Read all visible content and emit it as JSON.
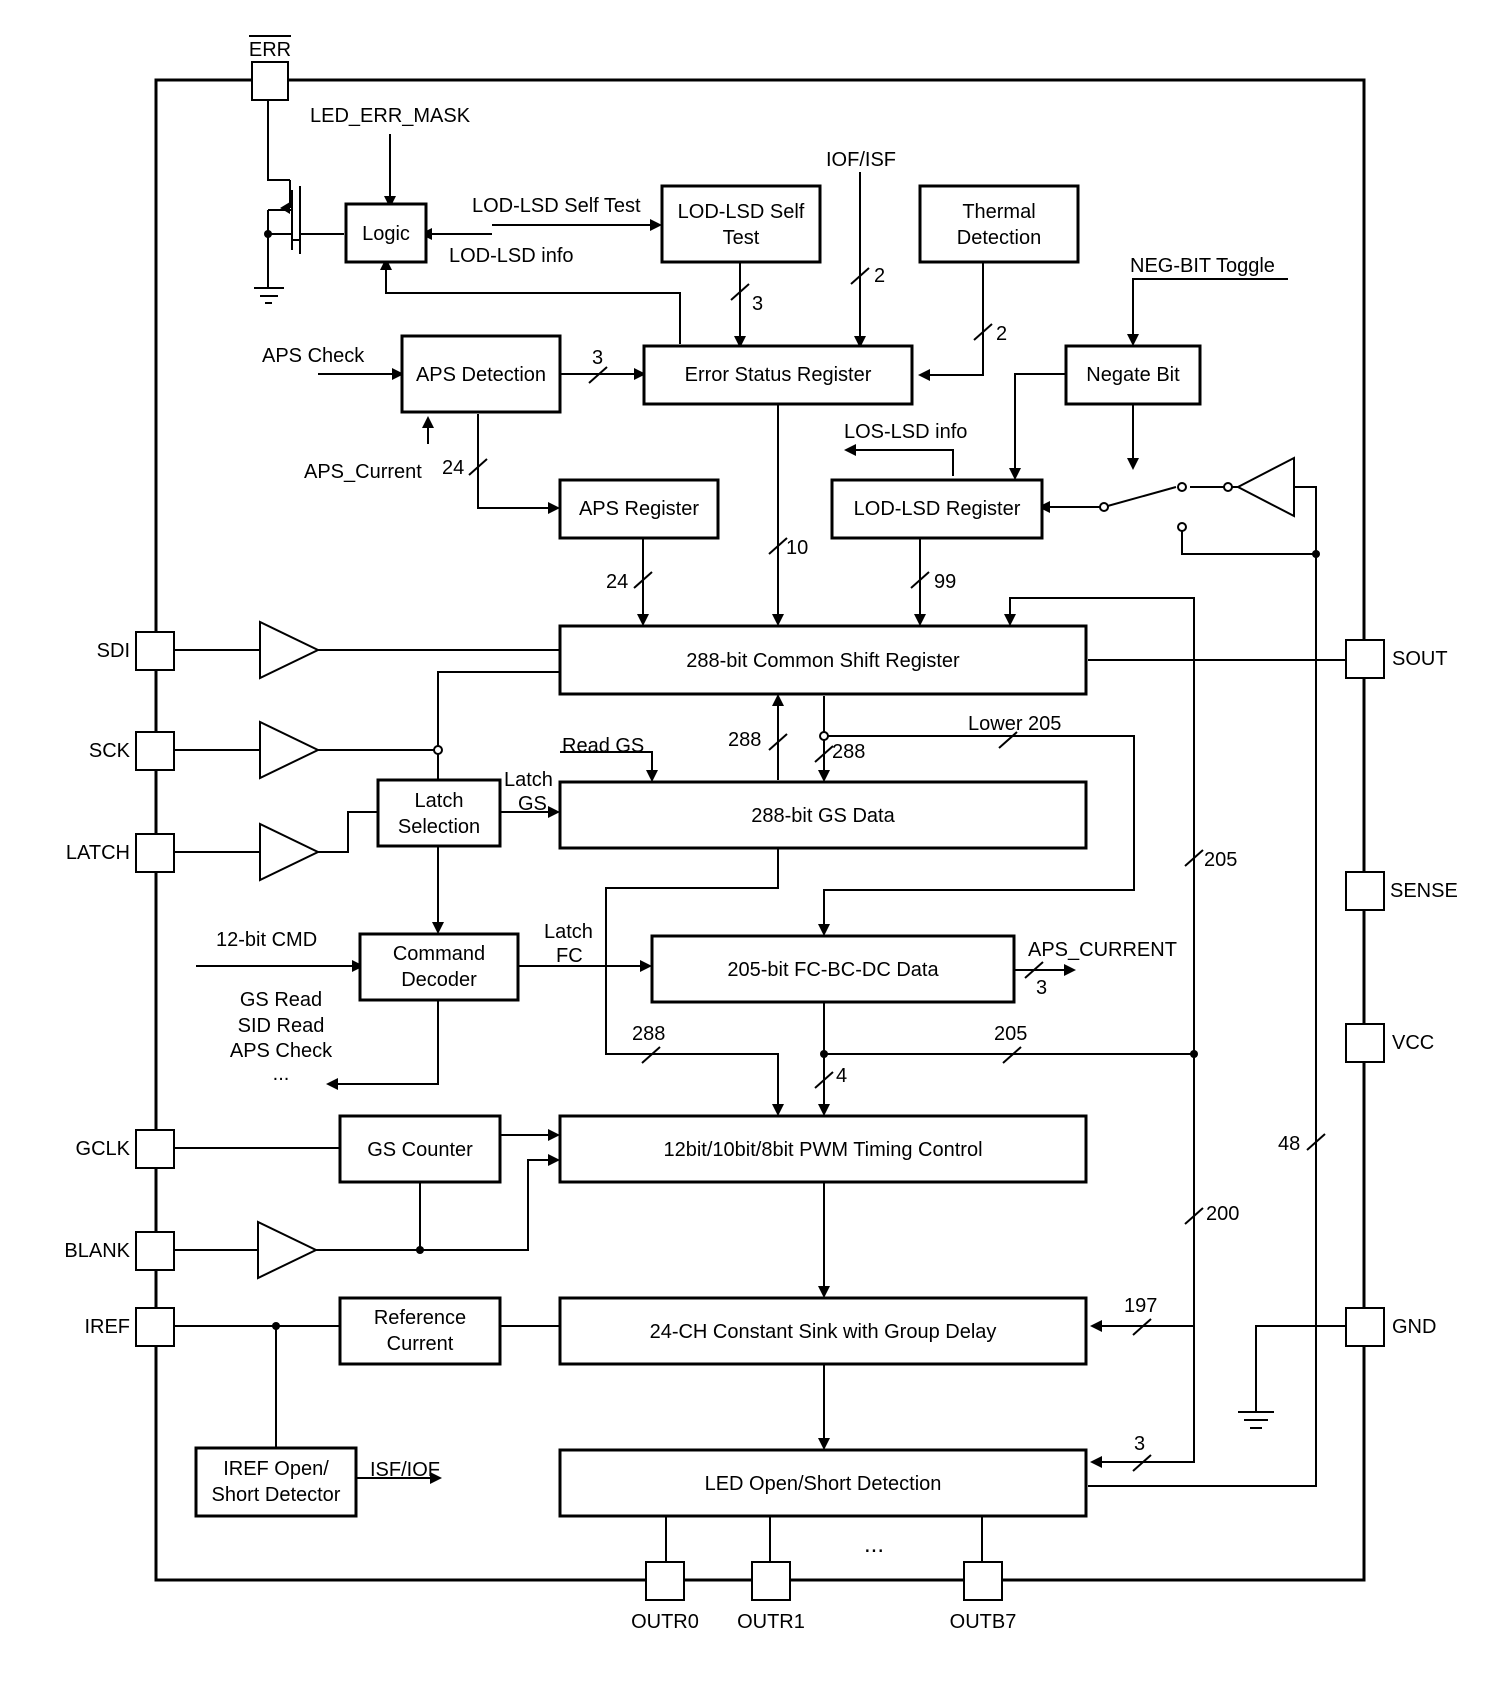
{
  "pins": {
    "err": "ERR",
    "sdi": "SDI",
    "sck": "SCK",
    "latch": "LATCH",
    "gclk": "GCLK",
    "blank": "BLANK",
    "iref": "IREF",
    "sout": "SOUT",
    "sense": "SENSE",
    "vcc": "VCC",
    "gnd": "GND",
    "outr0": "OUTR0",
    "outr1": "OUTR1",
    "outb7": "OUTB7"
  },
  "blocks": {
    "logic": "Logic",
    "lod_lsd_self_test": [
      "LOD-LSD Self",
      "Test"
    ],
    "thermal_detection": [
      "Thermal",
      "Detection"
    ],
    "aps_detection": "APS Detection",
    "error_status_register": "Error Status Register",
    "negate_bit": "Negate Bit",
    "aps_register": "APS Register",
    "lod_lsd_register": "LOD-LSD Register",
    "common_shift_register": "288-bit Common Shift Register",
    "latch_selection": [
      "Latch",
      "Selection"
    ],
    "gs_data": "288-bit GS Data",
    "command_decoder": [
      "Command",
      "Decoder"
    ],
    "fc_bc_dc_data": "205-bit FC-BC-DC Data",
    "gs_counter": "GS Counter",
    "pwm_timing_control": "12bit/10bit/8bit PWM Timing Control",
    "reference_current": [
      "Reference",
      "Current"
    ],
    "constant_sink": "24-CH Constant Sink with Group Delay",
    "iref_detector": [
      "IREF Open/",
      "Short Detector"
    ],
    "led_open_short_detection": "LED Open/Short Detection"
  },
  "signals": {
    "led_err_mask": "LED_ERR_MASK",
    "lod_lsd_self_test": "LOD-LSD Self Test",
    "lod_lsd_info": "LOD-LSD info",
    "iof_isf": "IOF/ISF",
    "neg_bit_toggle": "NEG-BIT Toggle",
    "aps_check": "APS Check",
    "aps_current_in": "APS_Current",
    "los_lsd_info": "LOS-LSD info",
    "read_gs": "Read GS",
    "latch_gs": [
      "Latch",
      "GS"
    ],
    "lower_205": "Lower 205",
    "cmd_12bit": "12-bit CMD",
    "latch_fc": [
      "Latch",
      "FC"
    ],
    "aps_current_out": "APS_CURRENT",
    "decoder_outputs": [
      "GS Read",
      "SID Read",
      "APS Check",
      "..."
    ],
    "isf_iof": "ISF/IOF",
    "outputs_ellipsis": "..."
  },
  "bus_widths": {
    "self_test_to_esr": "3",
    "iof_isf": "2",
    "thermal": "2",
    "aps_to_esr": "3",
    "aps_current": "24",
    "esr_to_shift": "10",
    "aps_reg_to_shift": "24",
    "lod_reg_to_shift": "99",
    "shift_to_gs": "288",
    "gs_to_shift": "288",
    "right_bus": "205",
    "aps_current_out": "3",
    "gs_to_pwm": "288",
    "fc_bus": "205",
    "fc_to_pwm": "4",
    "sense_bus": "48",
    "right_bus_lower": "200",
    "to_sink": "197",
    "to_led_det": "3"
  }
}
